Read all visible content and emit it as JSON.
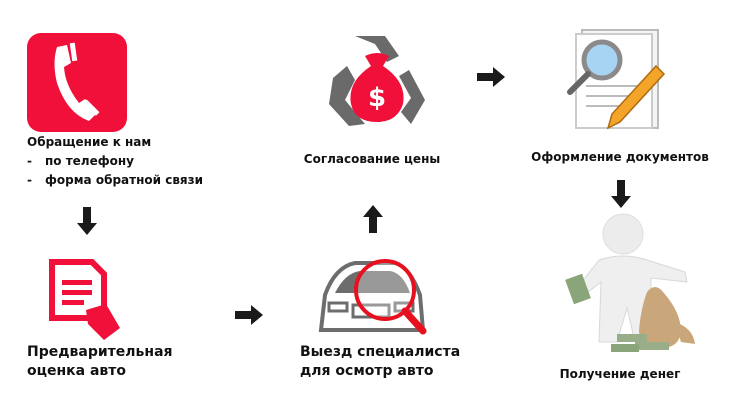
{
  "steps": {
    "contact": {
      "title": "Обращение к нам",
      "items": [
        "по телефону",
        "форма обратной связи"
      ],
      "bullet": "-",
      "icon": "phone-icon"
    },
    "estimate": {
      "line1": "Предварительная",
      "line2": "оценка авто",
      "icon": "document-hand-icon"
    },
    "inspection": {
      "line1": "Выезд специалиста",
      "line2": "для осмотр авто",
      "icon": "car-magnifier-icon"
    },
    "price": {
      "title": "Согласование цены",
      "icon": "money-bag-recycle-icon",
      "bag_symbol": "$"
    },
    "documents": {
      "title": "Оформление документов",
      "icon": "document-magnifier-pencil-icon"
    },
    "payment": {
      "title": "Получение денег",
      "icon": "person-money-icon"
    }
  },
  "colors": {
    "accent": "#f0103a",
    "gray": "#6d6d6d",
    "arrow": "#1a1a1a"
  }
}
